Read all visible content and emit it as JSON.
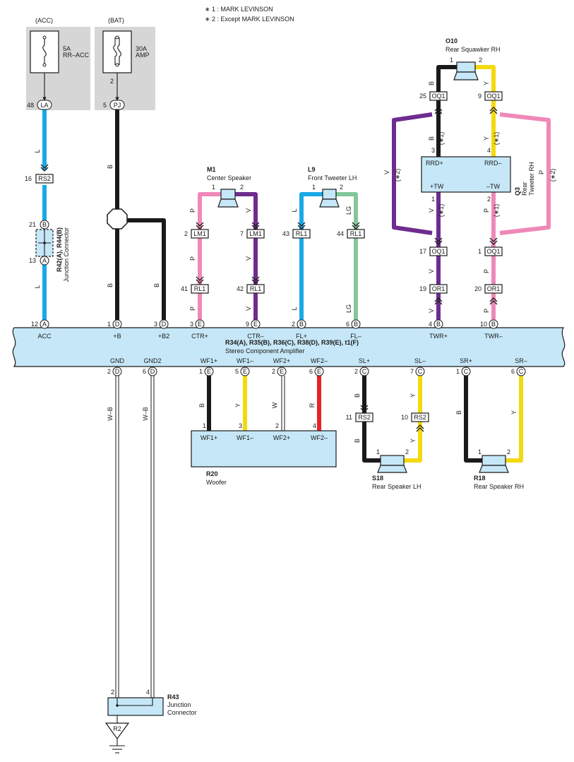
{
  "notes": {
    "n1": "∗ 1 : MARK LEVINSON",
    "n2": "∗ 2 : Except MARK LEVINSON"
  },
  "colors": {
    "L": "#1aa9e6",
    "B": "#1a1a1a",
    "P": "#ef88b8",
    "V": "#6f2c8f",
    "Y": "#f4d90e",
    "R": "#e8212a",
    "LG": "#82c79a",
    "W": "#ffffff",
    "component_fill": "#c6e7f7",
    "supply_bg": "#d6d6d6"
  },
  "fuses": {
    "acc": {
      "source": "(ACC)",
      "rating": "5A",
      "name": "RR–ACC"
    },
    "bat": {
      "source": "(BAT)",
      "rating": "30A",
      "name": "AMP",
      "pin": "2"
    }
  },
  "connectors": {
    "la": {
      "num": "48",
      "code": "LA"
    },
    "pj": {
      "num": "5",
      "code": "PJ"
    },
    "rs2_top": {
      "num": "16",
      "code": "RS2"
    },
    "r42_pin_top": {
      "num": "21",
      "code": "B"
    },
    "r42_pin_bot": {
      "num": "13",
      "code": "A"
    },
    "lm1_a": {
      "num": "2",
      "code": "LM1"
    },
    "lm1_b": {
      "num": "7",
      "code": "LM1"
    },
    "rl1_a": {
      "num": "41",
      "code": "RL1"
    },
    "rl1_b": {
      "num": "42",
      "code": "RL1"
    },
    "rl1_c": {
      "num": "43",
      "code": "RL1"
    },
    "rl1_d": {
      "num": "44",
      "code": "RL1"
    },
    "oq1_top_a": {
      "num": "25",
      "code": "OQ1"
    },
    "oq1_top_b": {
      "num": "9",
      "code": "OQ1"
    },
    "oq1_bot_a": {
      "num": "17",
      "code": "OQ1"
    },
    "oq1_bot_b": {
      "num": "1",
      "code": "OQ1"
    },
    "or1_a": {
      "num": "19",
      "code": "OR1"
    },
    "or1_b": {
      "num": "20",
      "code": "OR1"
    },
    "rs2_sl_a": {
      "num": "11",
      "code": "RS2"
    },
    "rs2_sl_b": {
      "num": "10",
      "code": "RS2"
    },
    "r2": {
      "code": "R2"
    }
  },
  "junction_r42": {
    "name": "R42(A), R44(B)",
    "desc": "Junction Connector"
  },
  "amplifier": {
    "name": "R34(A), R35(B), R36(C), R38(D), R39(E), t1(F)",
    "desc": "Stereo Component Amplifier",
    "top_pins": [
      {
        "num": "12",
        "c": "A",
        "label": "ACC"
      },
      {
        "num": "1",
        "c": "D",
        "label": "+B"
      },
      {
        "num": "3",
        "c": "D",
        "label": "+B2"
      },
      {
        "num": "3",
        "c": "E",
        "label": "CTR+"
      },
      {
        "num": "9",
        "c": "E",
        "label": "CTR–"
      },
      {
        "num": "2",
        "c": "B",
        "label": "FL+"
      },
      {
        "num": "6",
        "c": "B",
        "label": "FL–"
      },
      {
        "num": "4",
        "c": "B",
        "label": "TWR+"
      },
      {
        "num": "10",
        "c": "B",
        "label": "TWR–"
      }
    ],
    "bottom_pins": [
      {
        "num": "2",
        "c": "D",
        "label": "GND"
      },
      {
        "num": "6",
        "c": "D",
        "label": "GND2"
      },
      {
        "num": "1",
        "c": "E",
        "label": "WF1+"
      },
      {
        "num": "5",
        "c": "E",
        "label": "WF1–"
      },
      {
        "num": "2",
        "c": "E",
        "label": "WF2+"
      },
      {
        "num": "6",
        "c": "E",
        "label": "WF2–"
      },
      {
        "num": "2",
        "c": "C",
        "label": "SL+"
      },
      {
        "num": "7",
        "c": "C",
        "label": "SL–"
      },
      {
        "num": "1",
        "c": "C",
        "label": "SR+"
      },
      {
        "num": "6",
        "c": "C",
        "label": "SR–"
      }
    ]
  },
  "center_speaker": {
    "id": "M1",
    "name": "Center Speaker",
    "p1": "1",
    "p2": "2"
  },
  "front_tweeter": {
    "id": "L9",
    "name": "Front Tweeter LH",
    "p1": "1",
    "p2": "2"
  },
  "rear_squawker": {
    "id": "O10",
    "name": "Rear Squawker RH",
    "p1": "1",
    "p2": "2"
  },
  "rear_tweeter": {
    "id": "Q3",
    "line1": "Rear",
    "line2": "Tweeter RH",
    "rrd_plus": "RRD+",
    "rrd_minus": "RRD–",
    "tw_plus": "+TW",
    "tw_minus": "–TW",
    "pin3": "3",
    "pin4": "4",
    "pin1": "1",
    "pin2": "2"
  },
  "woofer": {
    "id": "R20",
    "name": "Woofer",
    "pins": [
      {
        "num": "1",
        "label": "WF1+"
      },
      {
        "num": "3",
        "label": "WF1–"
      },
      {
        "num": "2",
        "label": "WF2+"
      },
      {
        "num": "4",
        "label": "WF2–"
      }
    ]
  },
  "rear_speaker_lh": {
    "id": "S18",
    "name": "Rear Speaker LH",
    "p1": "1",
    "p2": "2"
  },
  "rear_speaker_rh": {
    "id": "R18",
    "name": "Rear Speaker RH",
    "p1": "1",
    "p2": "2"
  },
  "junction_r43": {
    "id": "R43",
    "line1": "Junction",
    "line2": "Connector",
    "p2": "2",
    "p4": "4"
  },
  "wire_labels": {
    "acc_l_upper": "L",
    "acc_l_lower": "L",
    "bat_b_main": "B",
    "bat_b_left": "B",
    "bat_b_right": "B",
    "ctr_p_upper": "P",
    "ctr_p_mid": "P",
    "ctr_p_lower": "P",
    "ctr_v_upper": "V",
    "ctr_v_mid": "V",
    "ctr_v_lower": "V",
    "fl_l_upper": "L",
    "fl_l_lower": "L",
    "fl_lg_upper": "LG",
    "fl_lg_lower": "LG",
    "twr_v_loop": "V",
    "twr_b": "B",
    "twr_v_mid": "V",
    "twr_v_low1": "V",
    "twr_v_low2": "V",
    "twr_y": "Y",
    "twr_p_loop": "P",
    "twr_p_mid": "P",
    "twr_p_low1": "P",
    "twr_p_low2": "P",
    "sq_b": "B",
    "sq_y": "Y",
    "gnd_wb": "W–B",
    "gnd2_wb": "W–B",
    "wf1p": "B",
    "wf1m": "Y",
    "wf2p": "W",
    "wf2m": "R",
    "sl_b_upper": "B",
    "sl_b_lower": "B",
    "sl_y_upper": "Y",
    "sl_y_lower": "Y",
    "sr_b": "B",
    "sr_y": "Y"
  },
  "note_refs": {
    "v_loop": "(∗2)",
    "p_loop": "(∗2)",
    "rrd_a": "(∗1)",
    "rrd_b": "(∗1)",
    "tw_a": "(∗1)",
    "tw_b": "(∗1)"
  }
}
